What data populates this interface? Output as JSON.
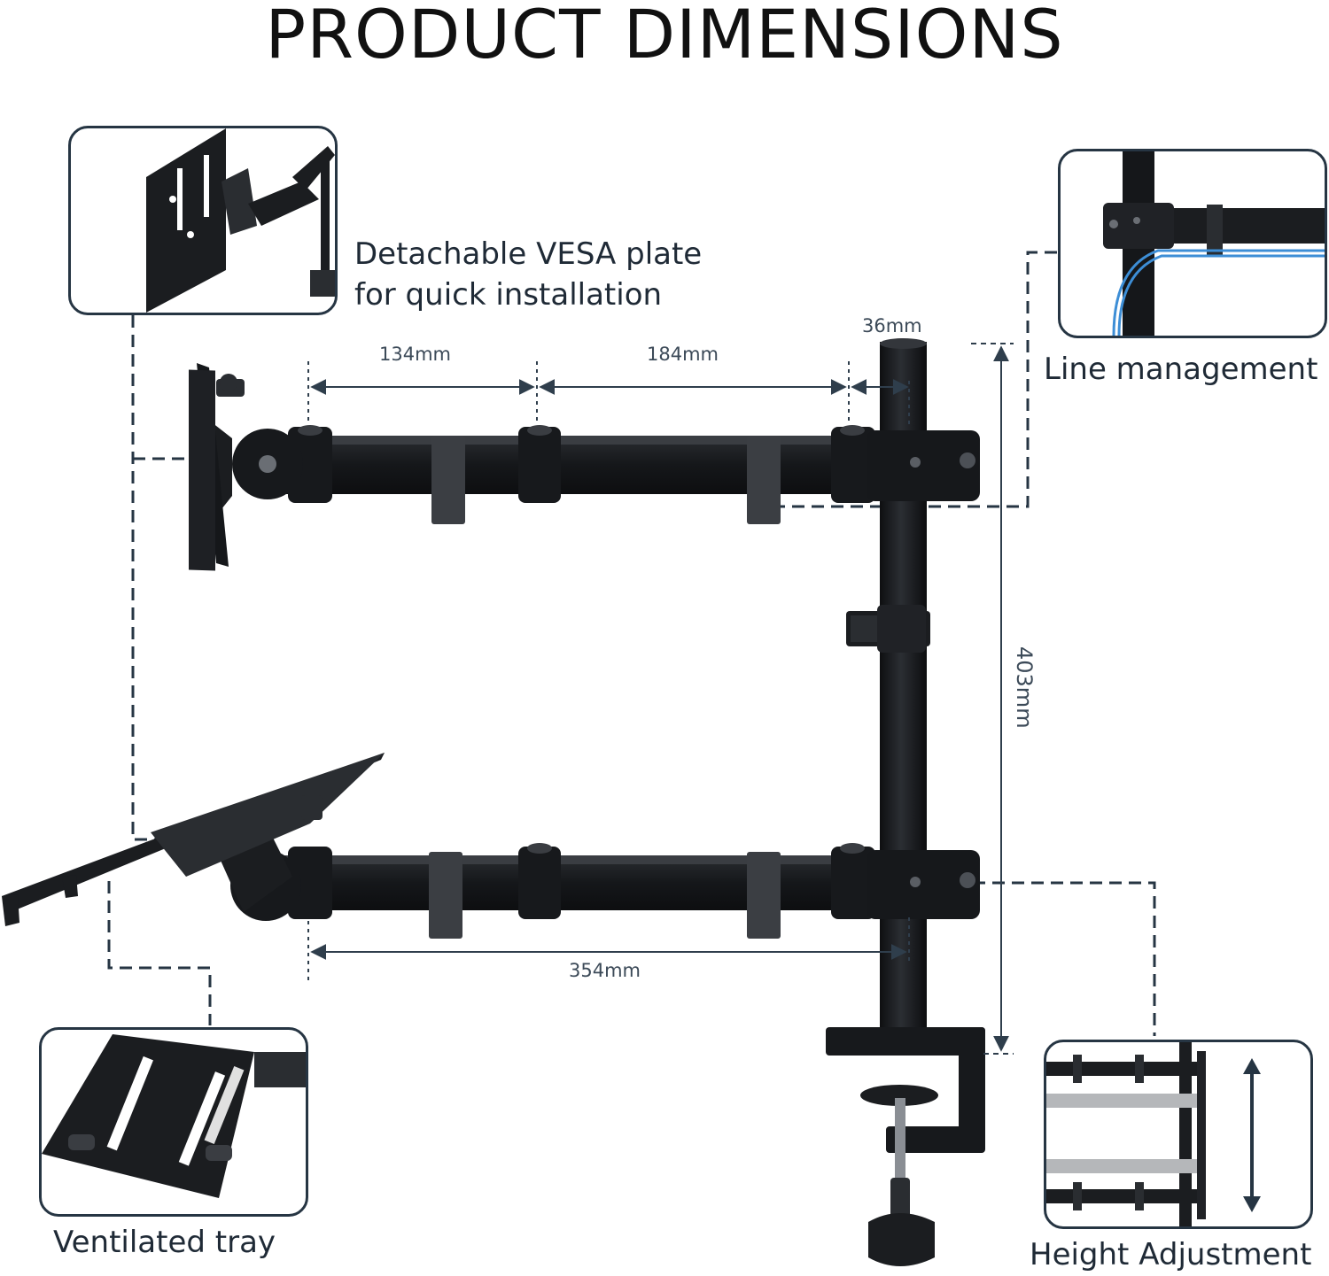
{
  "title": "PRODUCT DIMENSIONS",
  "callouts": {
    "vesa_line1": "Detachable VESA plate",
    "vesa_line2": "for quick installation",
    "line_management": "Line management",
    "ventilated_tray": "Ventilated tray",
    "height_adjustment": "Height Adjustment"
  },
  "dimensions": {
    "arm_segment_1": "134mm",
    "arm_segment_2": "184mm",
    "pole_diameter": "36mm",
    "pole_height": "403mm",
    "lower_arm_reach": "354mm"
  },
  "colors": {
    "dark_line": "#263543",
    "dim_arrow": "#2f3e4c",
    "metal": "#1b1d20",
    "metal_highlight": "#3a3d42",
    "cable_blue": "#3d8ed6"
  }
}
